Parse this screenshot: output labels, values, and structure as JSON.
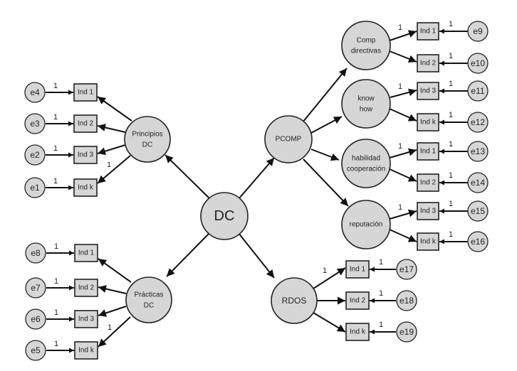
{
  "latents": {
    "dc": "DC",
    "principios": [
      "Principios",
      "DC"
    ],
    "practicas": [
      "Prácticas",
      "DC"
    ],
    "pcomp": "PCOMP",
    "rdos": "RDOS",
    "comp_directivas": [
      "Comp",
      "directivas"
    ],
    "know_how": [
      "know",
      "how"
    ],
    "habilidad": [
      "habilidad",
      "cooperación"
    ],
    "reputacion": "reputación"
  },
  "indicators": {
    "principios": [
      "Ind 1",
      "Ind 2",
      "Ind 3",
      "Ind k"
    ],
    "practicas": [
      "Ind 1",
      "Ind 2",
      "Ind 3",
      "Ind k"
    ],
    "comp_directivas": [
      "Ind 1",
      "Ind 2"
    ],
    "know_how": [
      "Ind 3",
      "Ind k"
    ],
    "habilidad": [
      "Ind 1",
      "Ind 2"
    ],
    "reputacion": [
      "Ind 3",
      "Ind k"
    ],
    "rdos": [
      "Ind 1",
      "Ind 2",
      "Ind k"
    ]
  },
  "errors": {
    "principios": [
      "e4",
      "e3",
      "e2",
      "e1"
    ],
    "practicas": [
      "e8",
      "e7",
      "e6",
      "e5"
    ],
    "comp_directivas": [
      "e9",
      "e10"
    ],
    "know_how": [
      "e11",
      "e12"
    ],
    "habilidad": [
      "e13",
      "e14"
    ],
    "reputacion": [
      "e15",
      "e16"
    ],
    "rdos": [
      "e17",
      "e18",
      "e19"
    ]
  },
  "fixed_weight": "1"
}
